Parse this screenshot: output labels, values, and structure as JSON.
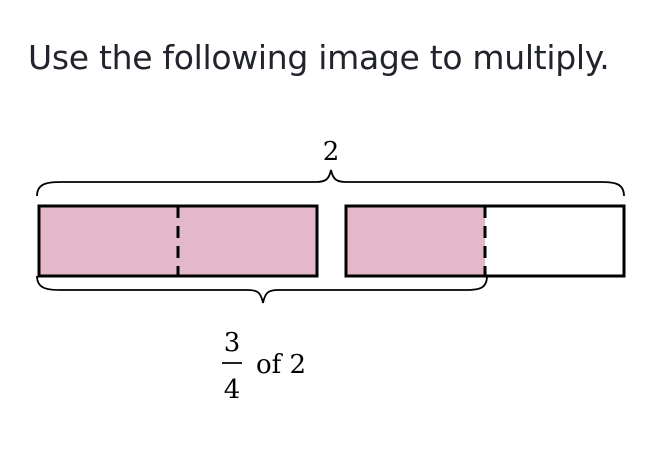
{
  "prompt": "Use the following image to multiply.",
  "diagram": {
    "whole_label": "2",
    "fraction": {
      "numerator": "3",
      "denominator": "4",
      "suffix": "of 2"
    },
    "bars": [
      {
        "parts": 2,
        "shaded_parts": 2
      },
      {
        "parts": 2,
        "shaded_parts": 1
      }
    ],
    "shade_color": "#e4b8cb",
    "stroke_color": "#000000"
  }
}
